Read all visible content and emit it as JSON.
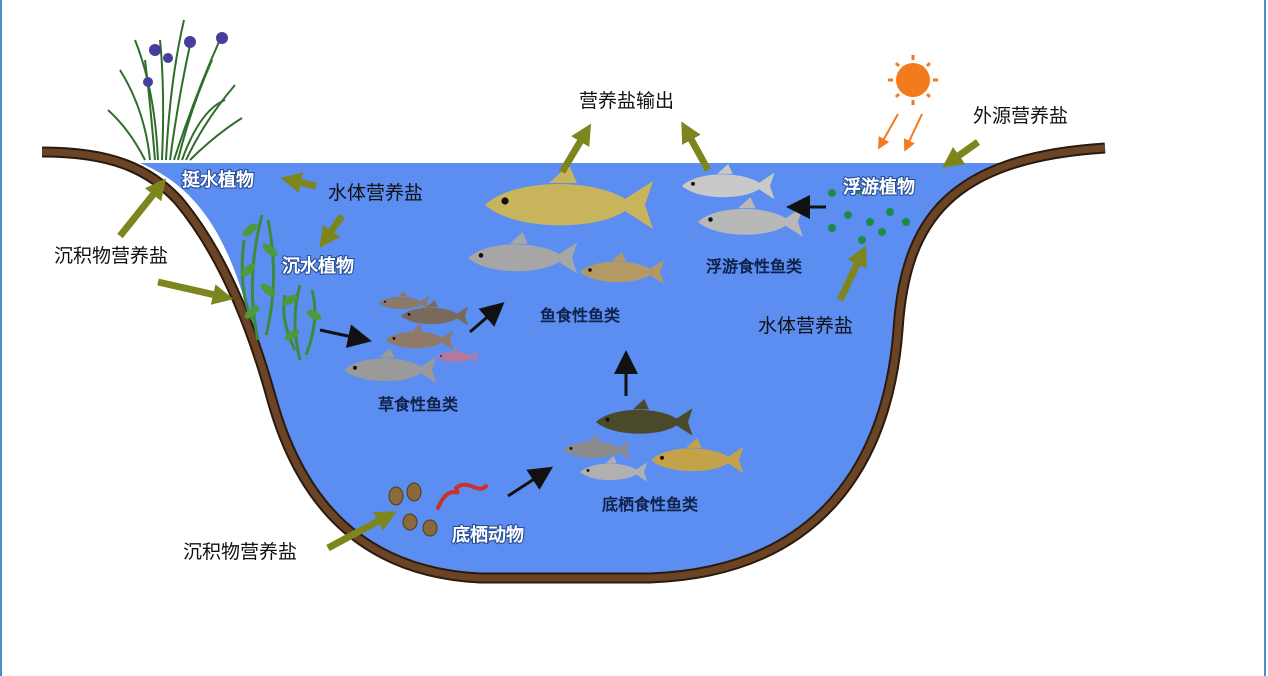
{
  "labels": {
    "nutrient_output": "营养盐输出",
    "external_nutrients": "外源营养盐",
    "emergent_plants": "挺水植物",
    "water_nutrients_top": "水体营养盐",
    "submerged_plants": "沉水植物",
    "sediment_nutrients_left": "沉积物营养盐",
    "phytoplankton": "浮游植物",
    "planktivorous_fish": "浮游食性鱼类",
    "water_nutrients_right": "水体营养盐",
    "piscivorous_fish": "鱼食性鱼类",
    "herbivorous_fish": "草食性鱼类",
    "benthivorous_fish": "底栖食性鱼类",
    "benthic_animals": "底栖动物",
    "sediment_nutrients_bottom": "沉积物营养盐"
  },
  "colors": {
    "water": "#5b8ef0",
    "bank": "#6b4425",
    "arrow_olive": "#7d861c",
    "arrow_black": "#111111",
    "sun": "#f47a1f",
    "frame": "#4a90c8"
  },
  "icons": [
    "sun-icon",
    "reed-icon",
    "fish-icon",
    "snail-icon",
    "worm-icon",
    "waterweed-icon",
    "plankton-dot"
  ]
}
